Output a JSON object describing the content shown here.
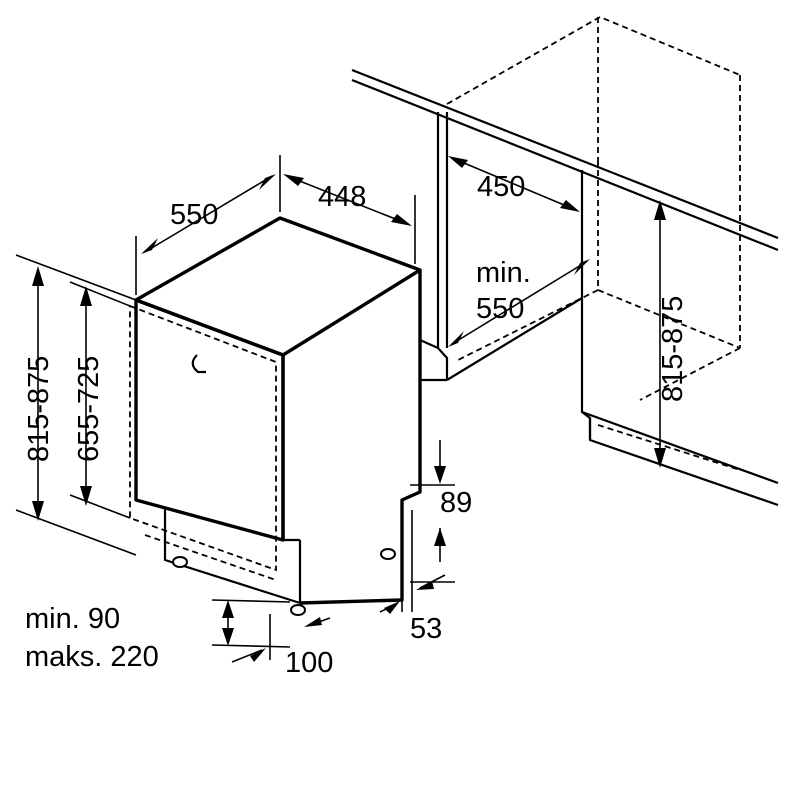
{
  "colors": {
    "line": "#000000",
    "background": "#ffffff"
  },
  "dimensions": {
    "unit_depth": "550",
    "unit_width": "448",
    "niche_width": "450",
    "niche_depth_min": "min.",
    "niche_depth_value": "550",
    "niche_height": "815-875",
    "overall_height": "815-875",
    "door_height": "655-725",
    "plinth_height_top": "89",
    "plinth_recess": "53",
    "plinth_min": "min. 90",
    "plinth_max": "maks. 220",
    "foot_offset": "100"
  }
}
